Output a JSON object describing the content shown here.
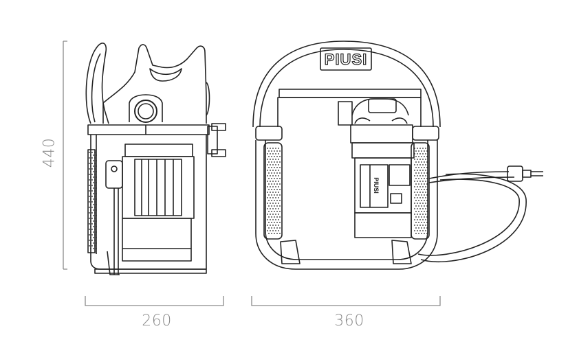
{
  "dimensions": {
    "height": "440",
    "side_width": "260",
    "front_width": "360"
  },
  "brand": {
    "logo_text": "PIUSI"
  },
  "colors": {
    "line": "#222222",
    "dimension": "#8a8a8a",
    "background": "#ffffff"
  }
}
